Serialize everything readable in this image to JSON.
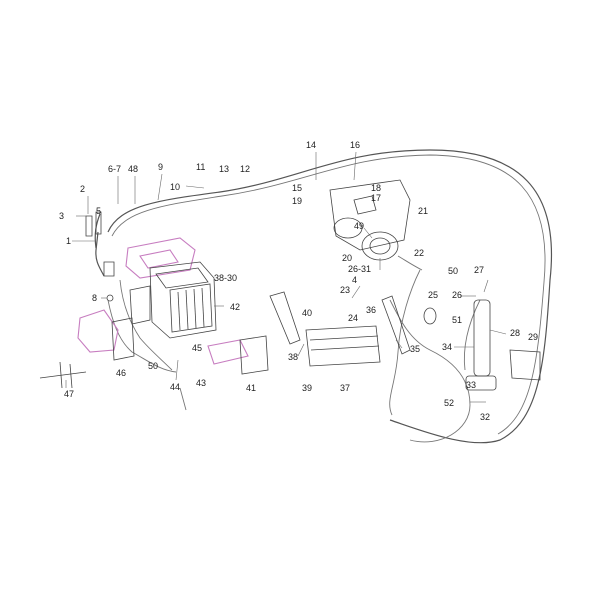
{
  "labels": {
    "l1": "1",
    "l2": "2",
    "l3": "3",
    "l4": "4",
    "l5": "5",
    "l6_7": "6-7",
    "l8": "8",
    "l9": "9",
    "l10": "10",
    "l11": "11",
    "l12": "12",
    "l13": "13",
    "l14": "14",
    "l15": "15",
    "l16": "16",
    "l17": "17",
    "l18": "18",
    "l19": "19",
    "l20": "20",
    "l21": "21",
    "l22": "22",
    "l23": "23",
    "l24": "24",
    "l25": "25",
    "l26": "26",
    "l26_31": "26-31",
    "l27": "27",
    "l28": "28",
    "l29": "29",
    "l32": "32",
    "l33": "33",
    "l34": "34",
    "l35": "35",
    "l36": "36",
    "l37": "37",
    "l38": "38",
    "l38_30": "38-30",
    "l39": "39",
    "l40": "40",
    "l41": "41",
    "l42": "42",
    "l43": "43",
    "l44": "44",
    "l45": "45",
    "l46": "46",
    "l47": "47",
    "l48": "48",
    "l49": "49",
    "l50a": "50",
    "l50b": "50",
    "l51": "51",
    "l52": "52"
  },
  "colors": {
    "line": "#555555",
    "highlight": "#c77dc0"
  }
}
